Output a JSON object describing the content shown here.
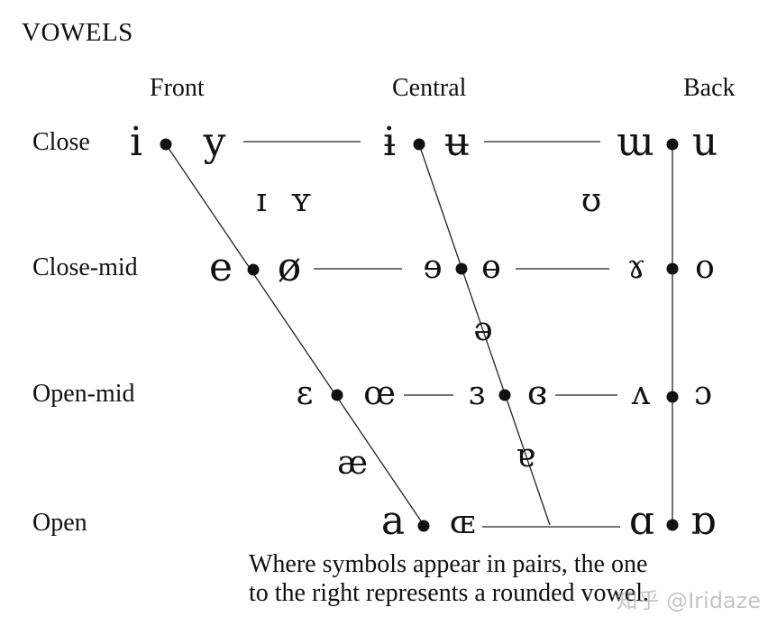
{
  "title": "VOWELS",
  "columns": {
    "front": "Front",
    "central": "Central",
    "back": "Back"
  },
  "rows": {
    "close": "Close",
    "close_mid": "Close-mid",
    "open_mid": "Open-mid",
    "open": "Open"
  },
  "vowels": {
    "close_front_unrounded": "i",
    "close_front_rounded": "y",
    "close_central_unrounded": "ɨ",
    "close_central_rounded": "ʉ",
    "close_back_unrounded": "ɯ",
    "close_back_rounded": "u",
    "near_close_front_unrounded": "ɪ",
    "near_close_front_rounded": "ʏ",
    "near_close_back_rounded": "ʊ",
    "close_mid_front_unrounded": "e",
    "close_mid_front_rounded": "ø",
    "close_mid_central_unrounded": "ɘ",
    "close_mid_central_rounded": "ɵ",
    "close_mid_back_unrounded": "ɤ",
    "close_mid_back_rounded": "o",
    "mid_central": "ə",
    "open_mid_front_unrounded": "ɛ",
    "open_mid_front_rounded": "œ",
    "open_mid_central_unrounded": "ɜ",
    "open_mid_central_rounded": "ɞ",
    "open_mid_back_unrounded": "ʌ",
    "open_mid_back_rounded": "ɔ",
    "near_open_front": "æ",
    "near_open_central": "ɐ",
    "open_front_unrounded": "a",
    "open_front_rounded": "ɶ",
    "open_back_unrounded": "ɑ",
    "open_back_rounded": "ɒ"
  },
  "caption": {
    "line1": "Where symbols appear in pairs, the one",
    "line2": "to the right represents a rounded vowel."
  },
  "watermark": "知乎 @Iridaze",
  "colors": {
    "ink": "#111111",
    "line": "#222222"
  }
}
